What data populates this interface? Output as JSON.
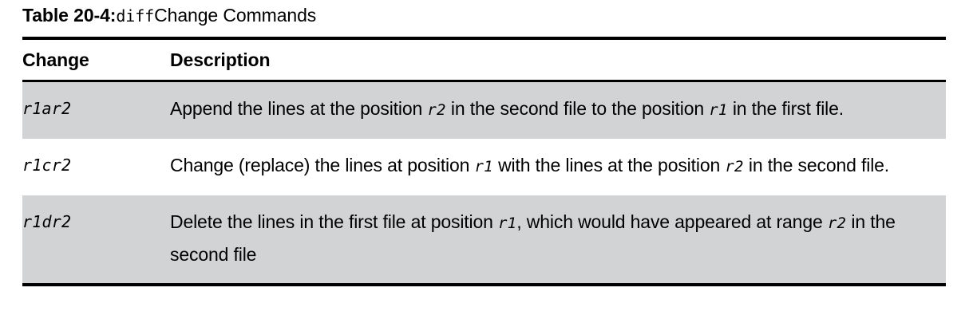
{
  "caption": {
    "label": "Table 20-4:",
    "code": "diff",
    "rest": "Change Commands"
  },
  "table": {
    "columns": [
      "Change",
      "Description"
    ],
    "band_color": "#d2d3d5",
    "rows": [
      {
        "change": "r1ar2",
        "shaded": true,
        "description_parts": [
          {
            "text": "Append the lines at the position ",
            "code": false
          },
          {
            "text": "r2",
            "code": true
          },
          {
            "text": " in the second file to the position ",
            "code": false
          },
          {
            "text": "r1",
            "code": true
          },
          {
            "text": " in the first file.",
            "code": false
          }
        ]
      },
      {
        "change": "r1cr2",
        "shaded": false,
        "description_parts": [
          {
            "text": "Change (replace) the lines at position ",
            "code": false
          },
          {
            "text": "r1",
            "code": true
          },
          {
            "text": " with the lines at the position ",
            "code": false
          },
          {
            "text": "r2",
            "code": true
          },
          {
            "text": " in the second file.",
            "code": false
          }
        ]
      },
      {
        "change": "r1dr2",
        "shaded": true,
        "description_parts": [
          {
            "text": "Delete the lines in the first file at position ",
            "code": false
          },
          {
            "text": "r1",
            "code": true
          },
          {
            "text": ", which would have appeared at range ",
            "code": false
          },
          {
            "text": "r2",
            "code": true
          },
          {
            "text": " in the second file",
            "code": false
          }
        ]
      }
    ]
  }
}
